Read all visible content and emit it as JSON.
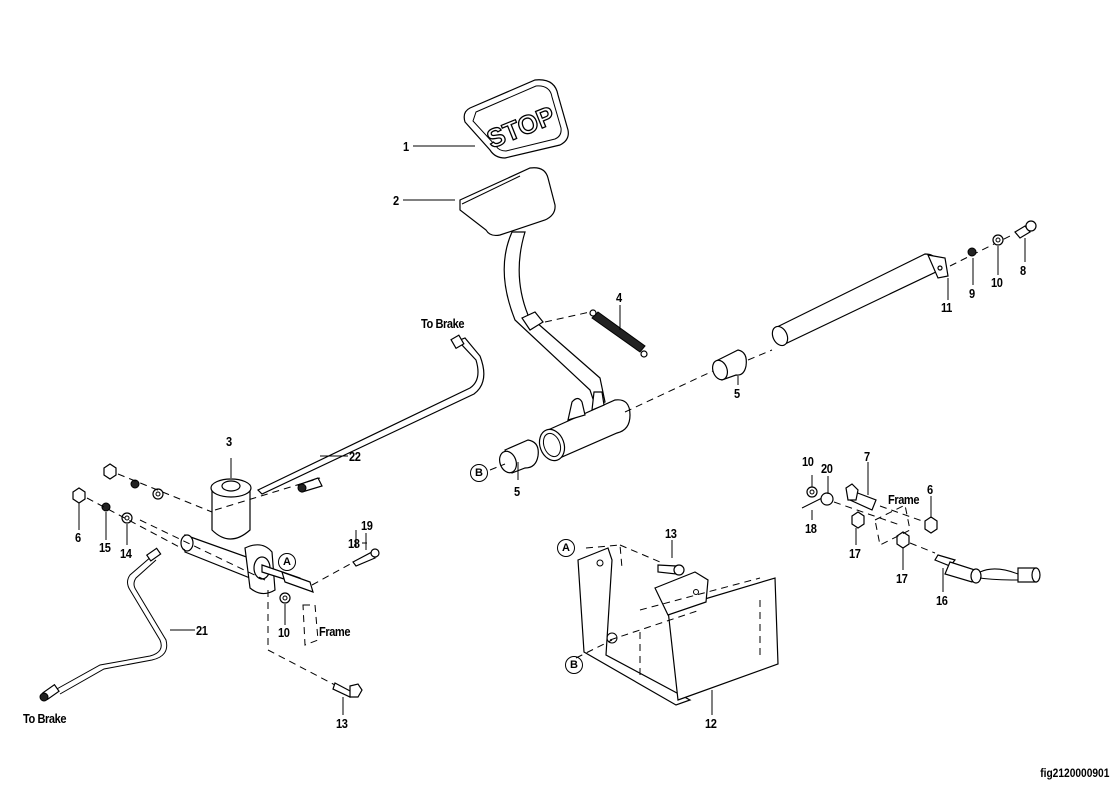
{
  "figure": {
    "id": "fig2120000901",
    "type": "exploded parts diagram",
    "subject": "brake pedal and master cylinder assembly"
  },
  "pedal_pad": {
    "text": "STOP"
  },
  "callouts": [
    {
      "key": "c1",
      "number": "1"
    },
    {
      "key": "c2",
      "number": "2"
    },
    {
      "key": "c3",
      "number": "3"
    },
    {
      "key": "c4",
      "number": "4"
    },
    {
      "key": "c5a",
      "number": "5"
    },
    {
      "key": "c5b",
      "number": "5"
    },
    {
      "key": "c6a",
      "number": "6"
    },
    {
      "key": "c6b",
      "number": "6"
    },
    {
      "key": "c7",
      "number": "7"
    },
    {
      "key": "c8",
      "number": "8"
    },
    {
      "key": "c9",
      "number": "9"
    },
    {
      "key": "c10a",
      "number": "10"
    },
    {
      "key": "c10b",
      "number": "10"
    },
    {
      "key": "c10c",
      "number": "10"
    },
    {
      "key": "c11",
      "number": "11"
    },
    {
      "key": "c12",
      "number": "12"
    },
    {
      "key": "c13a",
      "number": "13"
    },
    {
      "key": "c13b",
      "number": "13"
    },
    {
      "key": "c14",
      "number": "14"
    },
    {
      "key": "c15",
      "number": "15"
    },
    {
      "key": "c16",
      "number": "16"
    },
    {
      "key": "c17a",
      "number": "17"
    },
    {
      "key": "c17b",
      "number": "17"
    },
    {
      "key": "c18a",
      "number": "18"
    },
    {
      "key": "c18b",
      "number": "18"
    },
    {
      "key": "c19",
      "number": "19"
    },
    {
      "key": "c20",
      "number": "20"
    },
    {
      "key": "c21",
      "number": "21"
    },
    {
      "key": "c22",
      "number": "22"
    }
  ],
  "reference_markers": {
    "a": "A",
    "b": "B"
  },
  "annotations": {
    "to_brake": "To Brake",
    "frame": "Frame"
  }
}
